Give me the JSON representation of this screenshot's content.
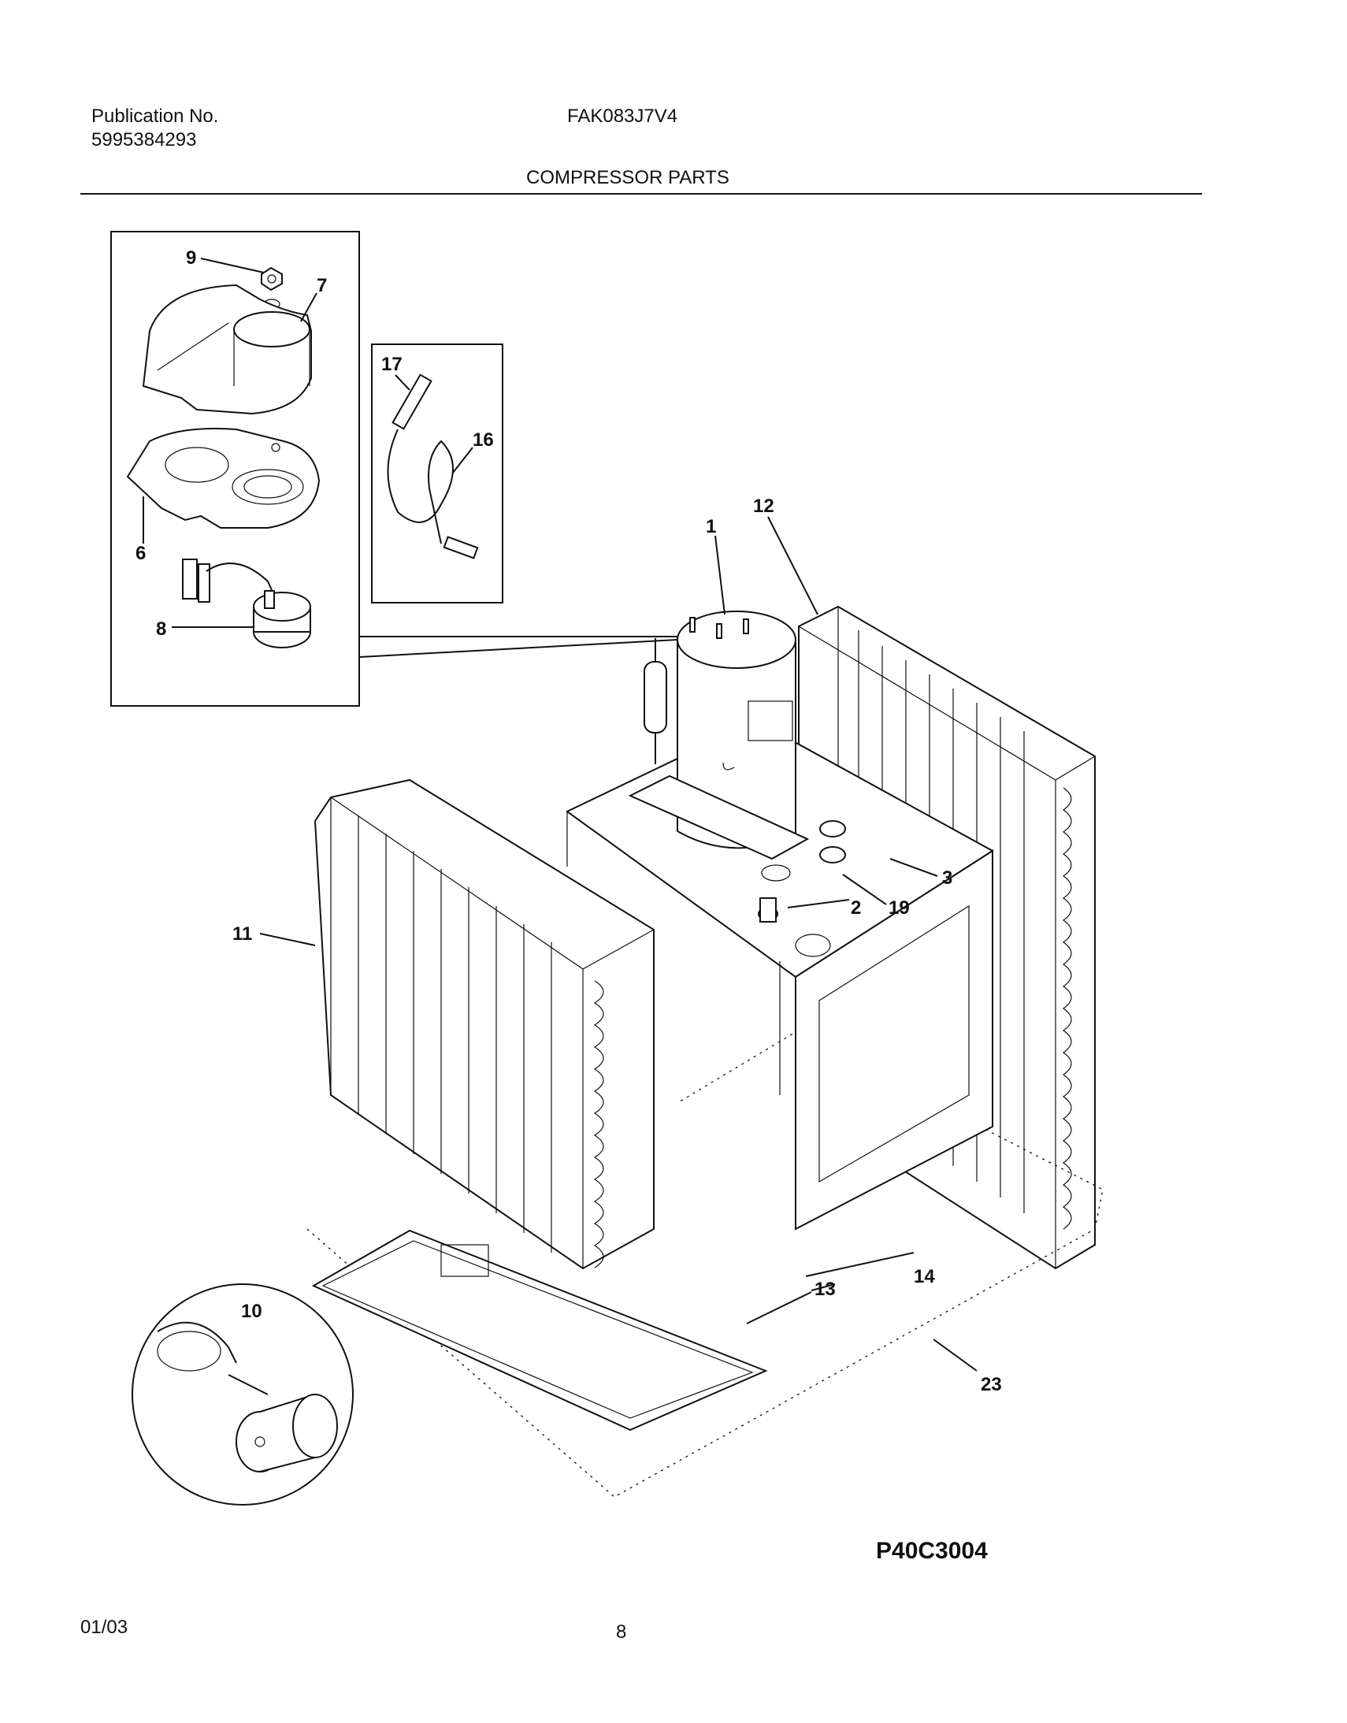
{
  "header": {
    "publication_label": "Publication No.",
    "publication_number": "5995384293",
    "model": "FAK083J7V4",
    "section_title": "COMPRESSOR PARTS"
  },
  "diagram": {
    "code": "P40C3004",
    "callouts": [
      "1",
      "2",
      "3",
      "6",
      "7",
      "8",
      "9",
      "10",
      "11",
      "12",
      "13",
      "14",
      "16",
      "17",
      "19",
      "23"
    ]
  },
  "footer": {
    "date": "01/03",
    "page": "8"
  }
}
